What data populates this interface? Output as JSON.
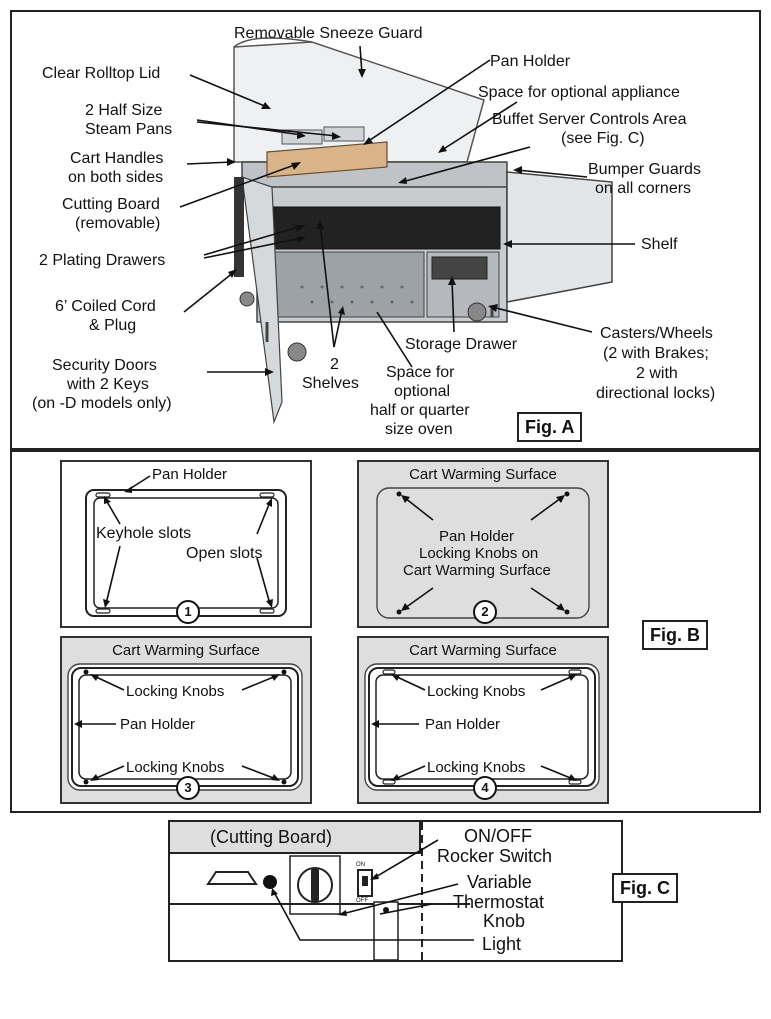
{
  "figA": {
    "tag": "Fig. A",
    "labels": {
      "sneeze_guard": "Removable Sneeze Guard",
      "rolltop": "Clear Rolltop Lid",
      "pan_holder": "Pan Holder",
      "optional_appliance": "Space for optional appliance",
      "steam_pans_1": "2 Half Size",
      "steam_pans_2": "Steam Pans",
      "controls_1": "Buffet Server Controls Area",
      "controls_2": "(see Fig. C)",
      "handles_1": "Cart Handles",
      "handles_2": "on both sides",
      "bumper_1": "Bumper Guards",
      "bumper_2": "on all corners",
      "cutting_1": "Cutting Board",
      "cutting_2": "(removable)",
      "drawers": "2 Plating Drawers",
      "shelf": "Shelf",
      "cord_1": "6’ Coiled Cord",
      "cord_2": "& Plug",
      "storage": "Storage Drawer",
      "casters_1": "Casters/Wheels",
      "casters_2": "(2 with Brakes;",
      "casters_3": "2 with",
      "casters_4": "directional locks)",
      "doors_1": "Security Doors",
      "doors_2": "with 2 Keys",
      "doors_3": "(on -D models only)",
      "shelves_1": "2",
      "shelves_2": "Shelves",
      "oven_1": "Space for",
      "oven_2": "optional",
      "oven_3": "half or quarter",
      "oven_4": "size oven"
    }
  },
  "figB": {
    "tag": "Fig. B",
    "panel1": {
      "number": "1",
      "pan_holder": "Pan Holder",
      "keyhole": "Keyhole slots",
      "open": "Open slots"
    },
    "panel2": {
      "number": "2",
      "title": "Cart Warming Surface",
      "text_1": "Pan Holder",
      "text_2": "Locking Knobs on",
      "text_3": "Cart Warming Surface"
    },
    "panel3": {
      "number": "3",
      "title": "Cart Warming Surface",
      "knobs_top": "Locking Knobs",
      "pan_holder": "Pan Holder",
      "knobs_bottom": "Locking Knobs"
    },
    "panel4": {
      "number": "4",
      "title": "Cart Warming Surface",
      "knobs_top": "Locking Knobs",
      "pan_holder": "Pan Holder",
      "knobs_bottom": "Locking Knobs"
    }
  },
  "figC": {
    "tag": "Fig. C",
    "cutting_board": "(Cutting Board)",
    "switch_1": "ON/OFF",
    "switch_2": "Rocker Switch",
    "thermo_1": "Variable",
    "thermo_2": "Thermostat",
    "thermo_3": "Knob",
    "light": "Light",
    "switch_on": "ON",
    "switch_off": "OFF"
  }
}
